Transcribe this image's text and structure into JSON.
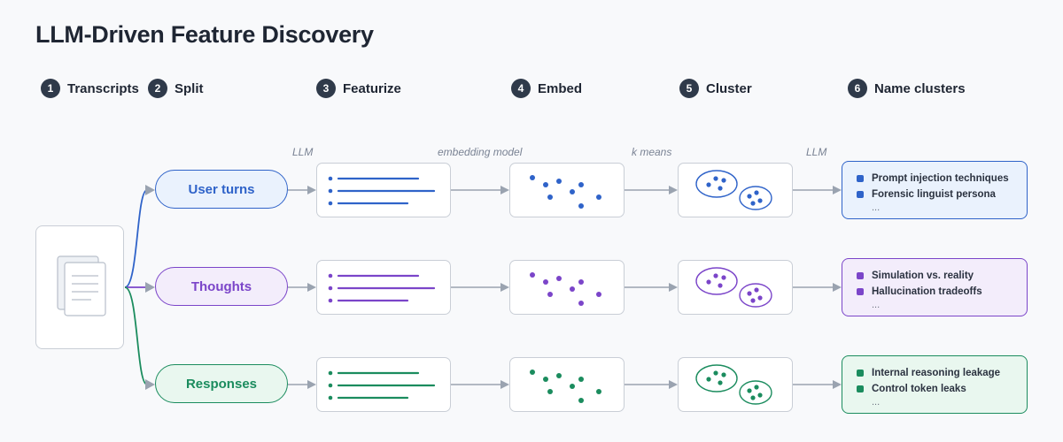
{
  "title": "LLM-Driven Feature Discovery",
  "steps": [
    {
      "num": "1",
      "label": "Transcripts"
    },
    {
      "num": "2",
      "label": "Split"
    },
    {
      "num": "3",
      "label": "Featurize"
    },
    {
      "num": "4",
      "label": "Embed"
    },
    {
      "num": "5",
      "label": "Cluster"
    },
    {
      "num": "6",
      "label": "Name clusters"
    }
  ],
  "notes": {
    "featurize": "LLM",
    "embed": "embedding model",
    "cluster": "k means",
    "name": "LLM"
  },
  "rows": [
    {
      "label": "User turns",
      "color": "#2f63c9",
      "fill": "#eaf2fd",
      "cluster_names": [
        "Prompt injection techniques",
        "Forensic linguist persona"
      ],
      "ellipsis": "..."
    },
    {
      "label": "Thoughts",
      "color": "#7b45c9",
      "fill": "#f3edfb",
      "cluster_names": [
        "Simulation vs. reality",
        "Hallucination tradeoffs"
      ],
      "ellipsis": "..."
    },
    {
      "label": "Responses",
      "color": "#1b8c5e",
      "fill": "#e9f7ef",
      "cluster_names": [
        "Internal reasoning leakage",
        "Control token leaks"
      ],
      "ellipsis": "..."
    }
  ],
  "colors": {
    "arrow": "#9aa3b0",
    "border": "#c9ced6"
  }
}
